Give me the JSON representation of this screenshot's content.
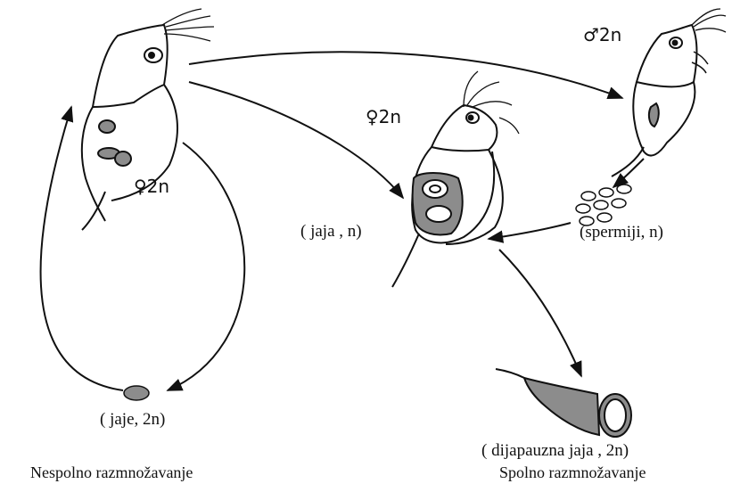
{
  "organisms": {
    "asexual_female": {
      "label": "♀2n"
    },
    "sexual_female": {
      "label": "♀2n"
    },
    "male": {
      "label": "♂2n"
    }
  },
  "stages": {
    "asexual_egg": {
      "label": "( jaje, 2n)"
    },
    "sexual_eggs": {
      "label": "( jaja , n)"
    },
    "sperm": {
      "label": "(spermiji, n)"
    },
    "diapause_eggs": {
      "label": "( dijapauzna jaja , 2n)"
    }
  },
  "captions": {
    "asexual": "Nespolno razmnožavanje",
    "sexual": "Spolno razmnožavanje"
  },
  "colors": {
    "stroke": "#111111",
    "fill": "#8c8c8c"
  }
}
